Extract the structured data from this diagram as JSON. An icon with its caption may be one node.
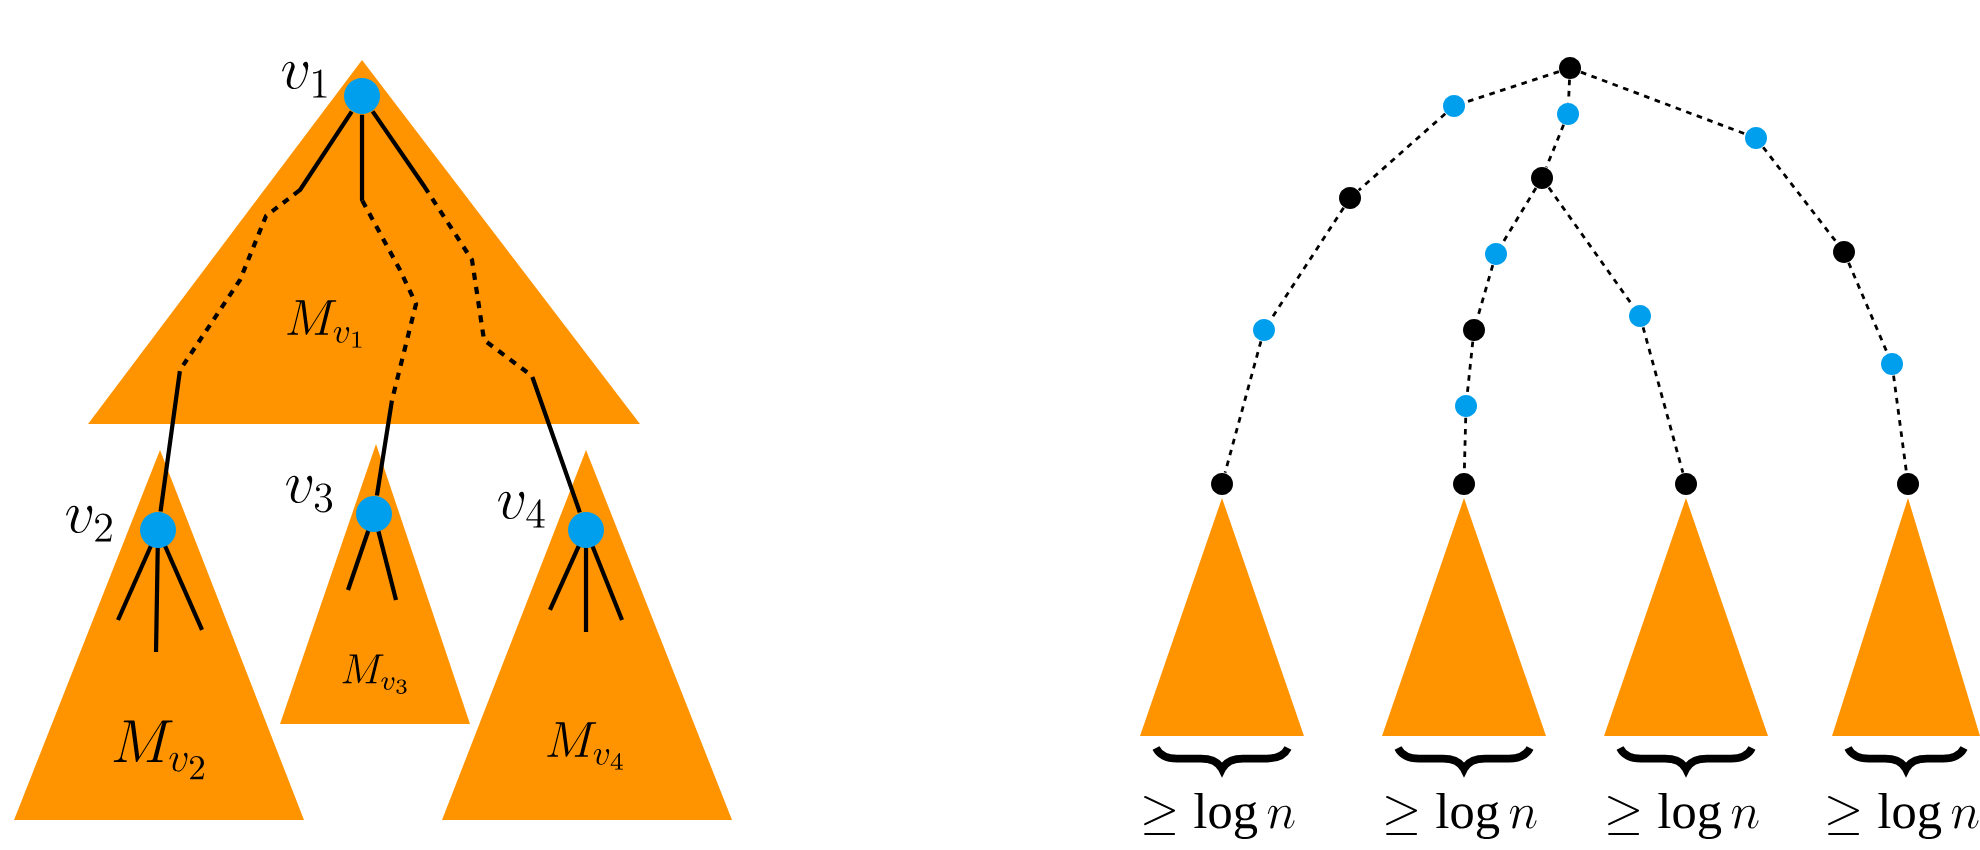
{
  "diagram": {
    "nodes": [
      {
        "text": [
          "M_{v_1}"
        ]
      },
      {
        "text": [],
        "shape": "circle",
        "beside": [
          "v_1"
        ],
        "in": 0
      },
      {
        "text": [
          "M_{v_2}"
        ]
      },
      {
        "text": [],
        "shape": "circle",
        "beside": [
          "v_2"
        ],
        "in": 2
      },
      {
        "text": [
          "M_{v_3}"
        ]
      },
      {
        "text": [],
        "shape": "circle",
        "beside": [
          "v_3"
        ],
        "in": 4
      },
      {
        "text": [
          "M_{v_4}"
        ]
      },
      {
        "text": [],
        "shape": "circle",
        "beside": [
          "v_4"
        ],
        "in": 6
      },
      {
        "text": [],
        "shape": "circle"
      },
      {
        "text": [],
        "shape": "circle"
      },
      {
        "text": [],
        "shape": "circle"
      },
      {
        "text": [],
        "shape": "circle"
      },
      {
        "text": [],
        "shape": "circle"
      },
      {
        "text": [],
        "shape": "circle"
      },
      {
        "text": [],
        "shape": "circle"
      },
      {
        "text": [],
        "shape": "circle"
      },
      {
        "text": [],
        "shape": "circle"
      },
      {
        "text": [],
        "shape": "circle"
      },
      {
        "text": [],
        "shape": "circle"
      },
      {
        "text": [],
        "shape": "circle"
      },
      {
        "text": [],
        "shape": "circle"
      },
      {
        "text": [],
        "shape": "circle"
      },
      {
        "text": [],
        "shape": "circle"
      },
      {
        "text": [],
        "shape": "circle"
      },
      {
        "text": [],
        "shape": "circle"
      },
      {
        "text": [],
        "shape": "triangle",
        "beside": [
          "\\geq \\log n"
        ]
      },
      {
        "text": [],
        "shape": "triangle",
        "beside": [
          "\\geq \\log n"
        ]
      },
      {
        "text": [],
        "shape": "triangle",
        "beside": [
          "\\geq \\log n"
        ]
      },
      {
        "text": [],
        "shape": "triangle",
        "beside": [
          "\\geq \\log n"
        ]
      }
    ],
    "edges": [
      {
        "from": 1,
        "to": 3,
        "arrow": "none"
      },
      {
        "from": 1,
        "to": 5,
        "arrow": "none"
      },
      {
        "from": 1,
        "to": 7,
        "arrow": "none"
      },
      {
        "from": 8,
        "to": 9,
        "arrow": "none",
        "style": "dashed"
      },
      {
        "from": 9,
        "to": 13,
        "arrow": "none",
        "style": "dashed"
      },
      {
        "from": 13,
        "to": 17,
        "arrow": "none",
        "style": "dashed"
      },
      {
        "from": 17,
        "to": 21,
        "arrow": "none",
        "style": "dashed"
      },
      {
        "from": 8,
        "to": 10,
        "arrow": "none",
        "style": "dashed"
      },
      {
        "from": 10,
        "to": 12,
        "arrow": "none",
        "style": "dashed"
      },
      {
        "from": 12,
        "to": 15,
        "arrow": "none",
        "style": "dashed"
      },
      {
        "from": 15,
        "to": 18,
        "arrow": "none",
        "style": "dashed"
      },
      {
        "from": 18,
        "to": 20,
        "arrow": "none",
        "style": "dashed"
      },
      {
        "from": 20,
        "to": 22,
        "arrow": "none",
        "style": "dashed"
      },
      {
        "from": 12,
        "to": 16,
        "arrow": "none",
        "style": "dashed"
      },
      {
        "from": 16,
        "to": 23,
        "arrow": "none",
        "style": "dashed"
      },
      {
        "from": 8,
        "to": 11,
        "arrow": "none",
        "style": "dashed"
      },
      {
        "from": 11,
        "to": 14,
        "arrow": "none",
        "style": "dashed"
      },
      {
        "from": 14,
        "to": 19,
        "arrow": "none",
        "style": "dashed"
      },
      {
        "from": 19,
        "to": 24,
        "arrow": "none",
        "style": "dashed"
      }
    ]
  }
}
